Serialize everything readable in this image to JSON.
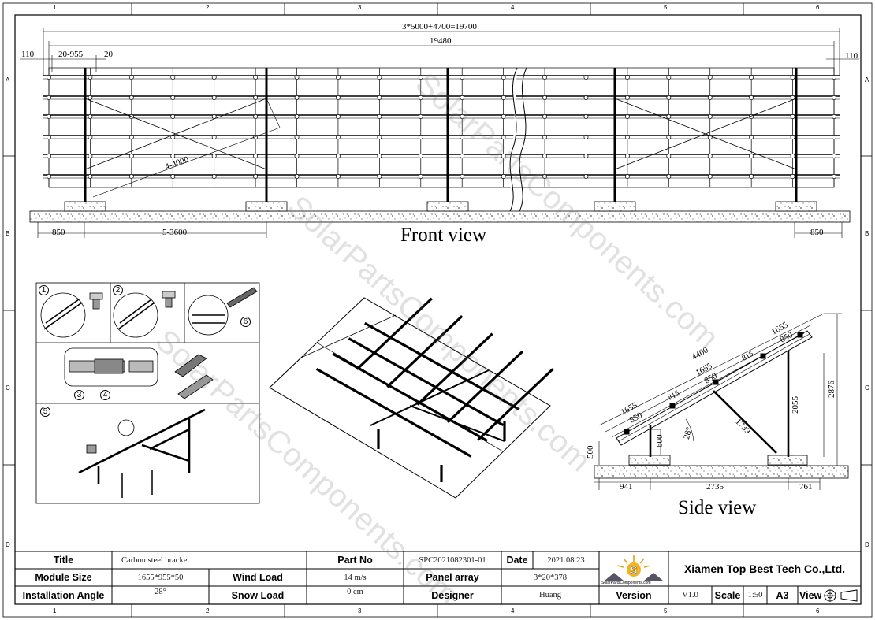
{
  "frame": {
    "col_labels": [
      "1",
      "2",
      "3",
      "4",
      "5",
      "6"
    ],
    "row_labels": [
      "A",
      "B",
      "C",
      "D"
    ]
  },
  "front_view": {
    "caption": "Front view",
    "dims": {
      "overall_formula": "3*5000+4700=19700",
      "overall": "19480",
      "left_overhang": "110",
      "right_overhang": "110",
      "module_gap_a": "20-955",
      "module_gap_b": "20",
      "post_spacing": "5-3600",
      "left_end": "850",
      "right_end": "850",
      "brace": "4-4000"
    }
  },
  "side_view": {
    "caption": "Side view",
    "dims": {
      "rail_length": "4400",
      "module_a": "1655",
      "module_b": "1655",
      "module_c": "1655",
      "spacing_a": "850",
      "spacing_b": "850",
      "spacing_c": "850",
      "purlin_a": "815",
      "purlin_b": "815",
      "front_leg": "600",
      "rear_leg": "2055",
      "brace": "1739",
      "height": "2876",
      "foundation_h": "500",
      "front_overhang": "941",
      "base_span": "2735",
      "rear_overhang": "761",
      "angle": "28°"
    }
  },
  "details": {
    "callouts": [
      "1",
      "2",
      "3",
      "4",
      "5",
      "6"
    ]
  },
  "title_block": {
    "title_label": "Title",
    "title_value": "Carbon steel bracket",
    "module_size_label": "Module Size",
    "module_size_value": "1655*955*50",
    "installation_angle_label": "Installation Angle",
    "installation_angle_value": "28°",
    "wind_load_label": "Wind Load",
    "wind_load_value": "14  m/s",
    "snow_load_label": "Snow Load",
    "snow_load_value": "0   cm",
    "part_no_label": "Part No",
    "part_no_value": "SPC2021082301-01",
    "panel_array_label": "Panel array",
    "panel_array_value": "3*20*378",
    "designer_label": "Designer",
    "designer_value": "Huang",
    "date_label": "Date",
    "date_value": "2021.08.23",
    "company": "Xiamen Top Best Tech Co.,Ltd.",
    "logo_text": "SolarPartsComponents.com",
    "version_label": "Version",
    "version_value": "V1.0",
    "scale_label": "Scale",
    "scale_value": "1:50",
    "sheet_size": "A3",
    "view_label": "View"
  },
  "watermarks": [
    "SolarPartsComponents.com",
    "SolarPartsComponents.com",
    "SolarPartsComponents.com"
  ]
}
